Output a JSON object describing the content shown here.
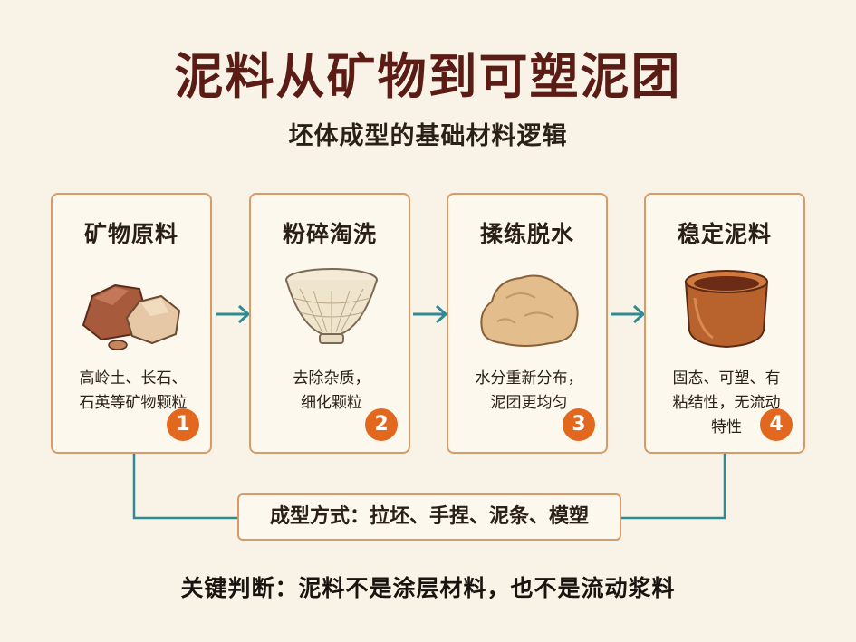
{
  "title": "泥料从矿物到可塑泥团",
  "subtitle": "坯体成型的基础材料逻辑",
  "steps": [
    {
      "title": "矿物原料",
      "desc": "高岭土、长石、\n石英等矿物颗粒",
      "number": "1",
      "icon": "rocks-icon"
    },
    {
      "title": "粉碎淘洗",
      "desc": "去除杂质，\n细化颗粒",
      "number": "2",
      "icon": "sieve-bowl-icon"
    },
    {
      "title": "揉练脱水",
      "desc": "水分重新分布，\n泥团更均匀",
      "number": "3",
      "icon": "clay-lump-icon"
    },
    {
      "title": "稳定泥料",
      "desc": "固态、可塑、有\n粘结性，无流动\n特性",
      "number": "4",
      "icon": "clay-pot-icon"
    }
  ],
  "methods": "成型方式：拉坯、手捏、泥条、模塑",
  "key_judgement": "关键判断：泥料不是涂层材料，也不是流动浆料",
  "colors": {
    "title": "#5a1c14",
    "card_border": "#d89b68",
    "badge": "#e3681f",
    "arrow": "#2f8a93",
    "background": "#f8f3e6"
  }
}
